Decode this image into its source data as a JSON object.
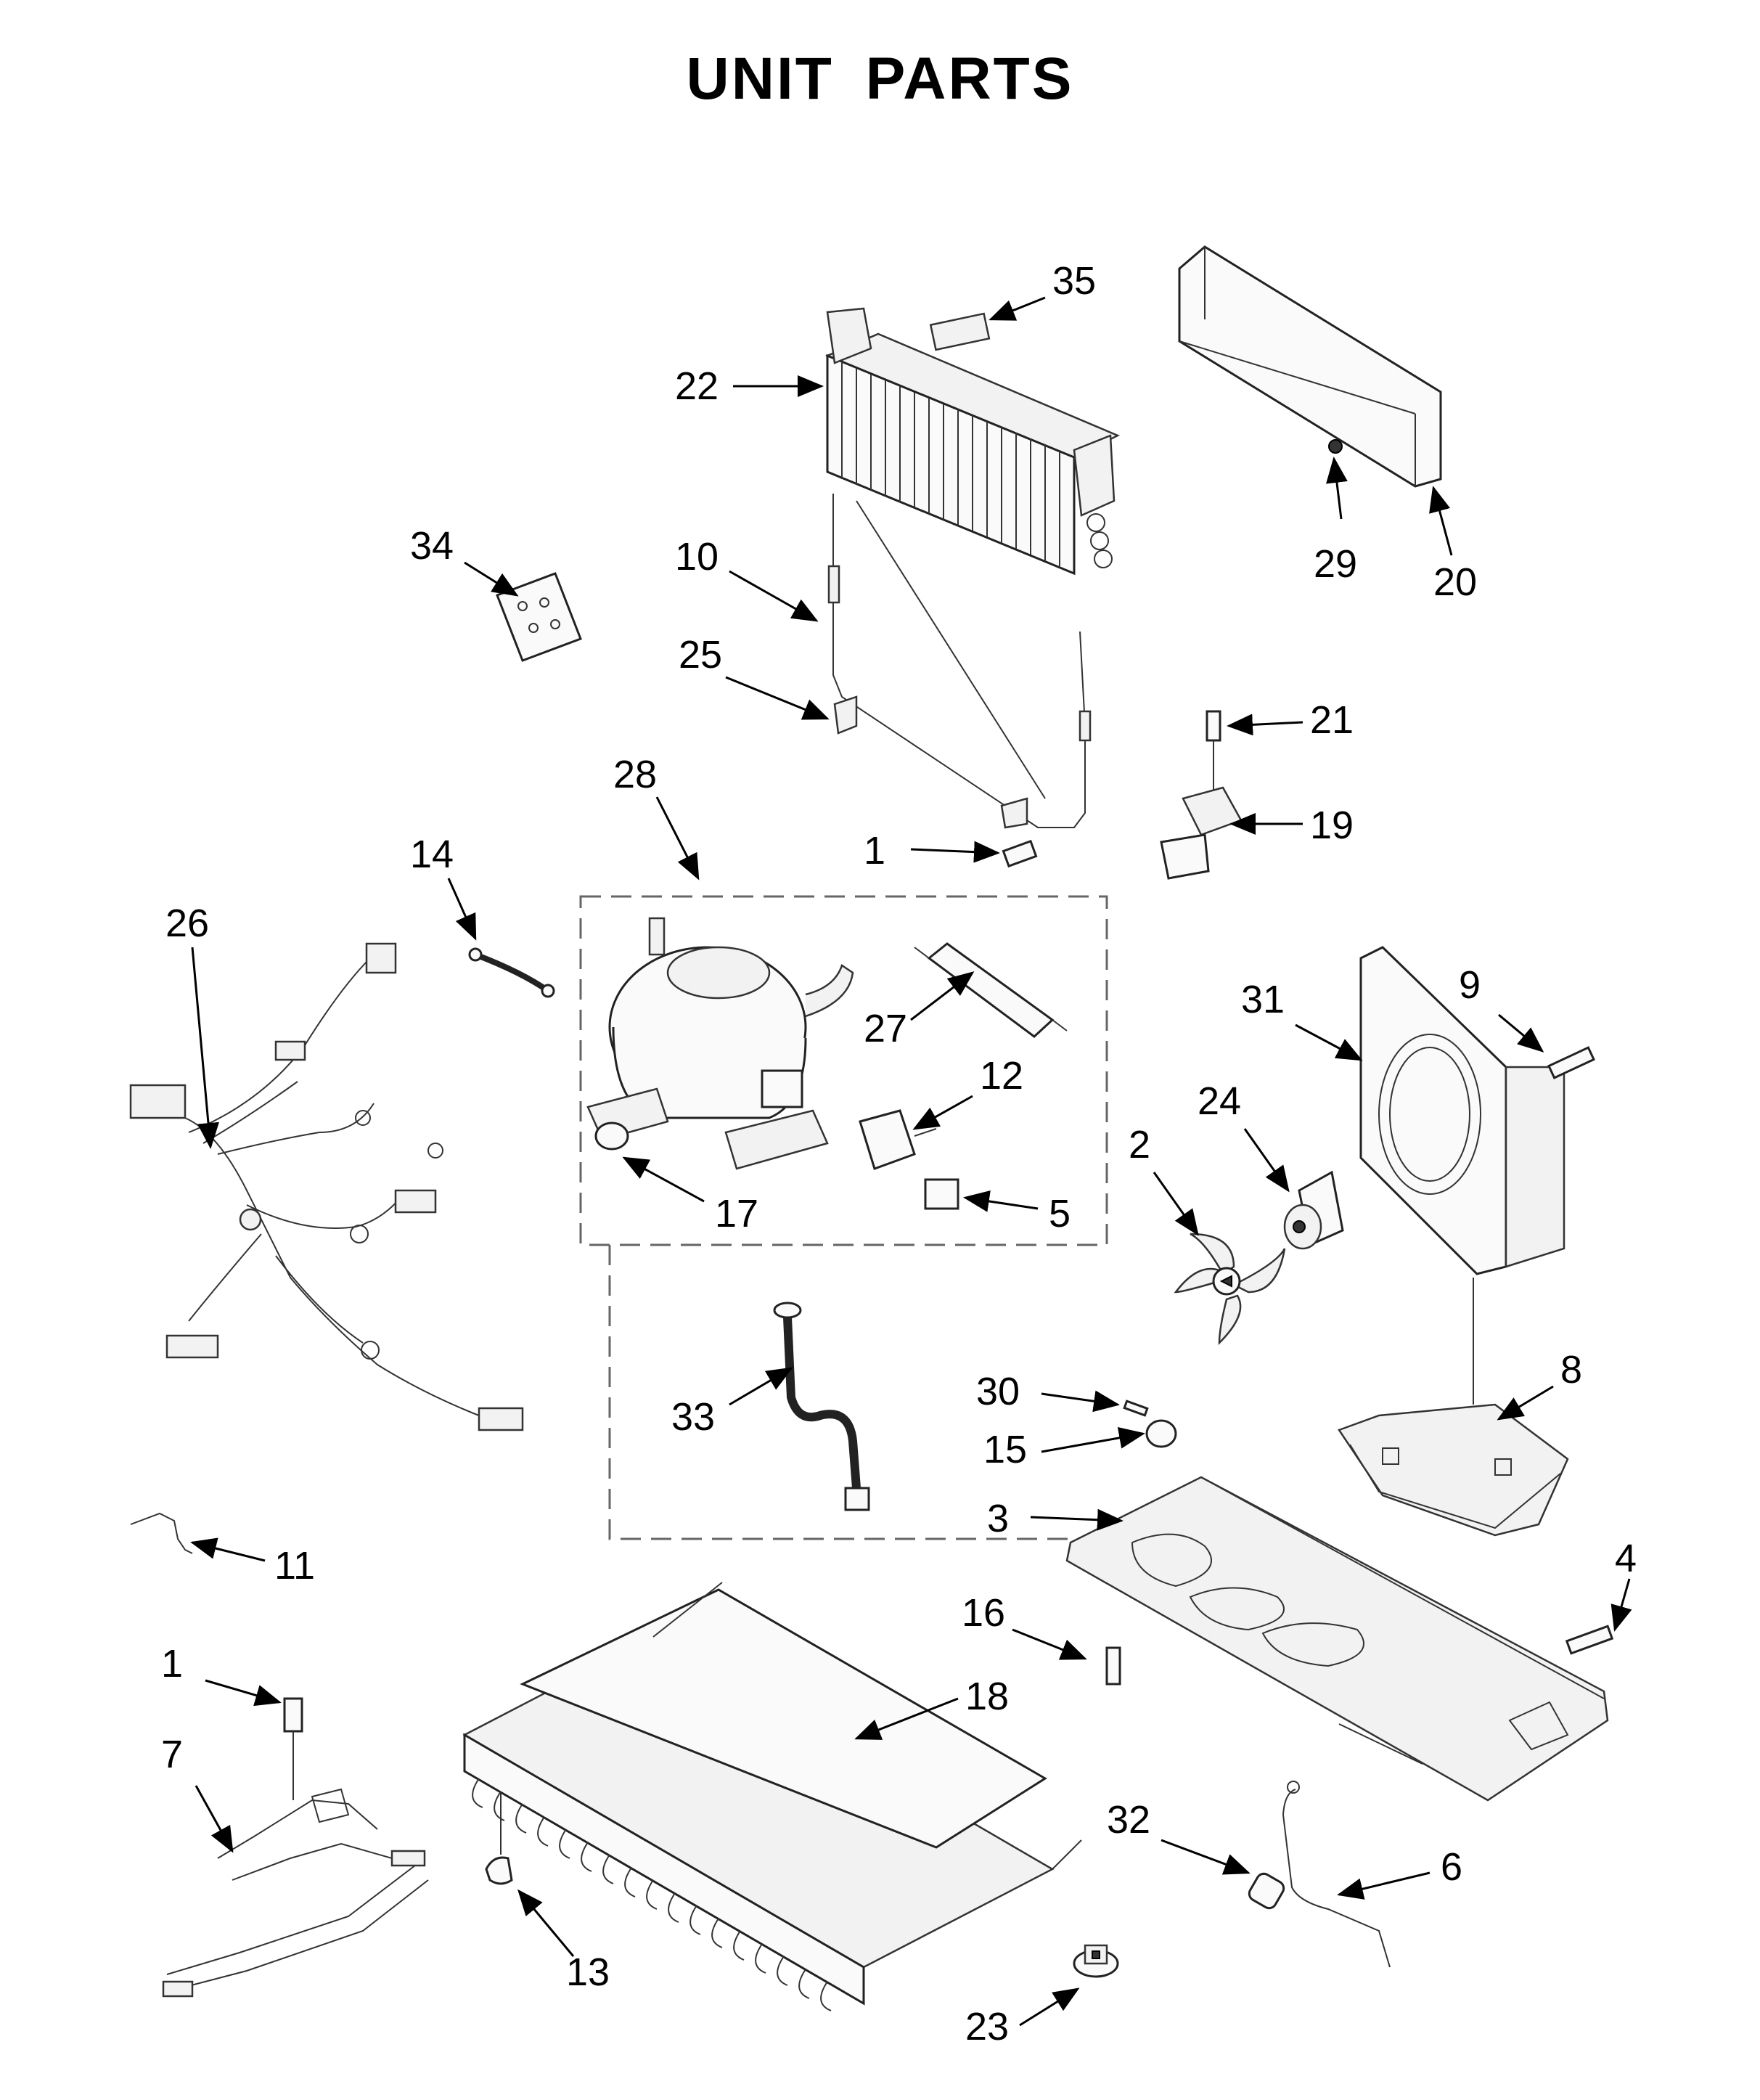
{
  "title": "UNIT PARTS",
  "callouts": [
    {
      "id": "c35",
      "label": "35"
    },
    {
      "id": "c22",
      "label": "22"
    },
    {
      "id": "c29",
      "label": "29"
    },
    {
      "id": "c20",
      "label": "20"
    },
    {
      "id": "c34",
      "label": "34"
    },
    {
      "id": "c10",
      "label": "10"
    },
    {
      "id": "c25",
      "label": "25"
    },
    {
      "id": "c21",
      "label": "21"
    },
    {
      "id": "c19",
      "label": "19"
    },
    {
      "id": "c28",
      "label": "28"
    },
    {
      "id": "c1a",
      "label": "1"
    },
    {
      "id": "c14",
      "label": "14"
    },
    {
      "id": "c26",
      "label": "26"
    },
    {
      "id": "c9",
      "label": "9"
    },
    {
      "id": "c31",
      "label": "31"
    },
    {
      "id": "c27",
      "label": "27"
    },
    {
      "id": "c12",
      "label": "12"
    },
    {
      "id": "c24",
      "label": "24"
    },
    {
      "id": "c2",
      "label": "2"
    },
    {
      "id": "c17",
      "label": "17"
    },
    {
      "id": "c5",
      "label": "5"
    },
    {
      "id": "c8",
      "label": "8"
    },
    {
      "id": "c30",
      "label": "30"
    },
    {
      "id": "c33",
      "label": "33"
    },
    {
      "id": "c15",
      "label": "15"
    },
    {
      "id": "c3",
      "label": "3"
    },
    {
      "id": "c11",
      "label": "11"
    },
    {
      "id": "c4",
      "label": "4"
    },
    {
      "id": "c16",
      "label": "16"
    },
    {
      "id": "c1b",
      "label": "1"
    },
    {
      "id": "c18",
      "label": "18"
    },
    {
      "id": "c7",
      "label": "7"
    },
    {
      "id": "c32",
      "label": "32"
    },
    {
      "id": "c6",
      "label": "6"
    },
    {
      "id": "c13",
      "label": "13"
    },
    {
      "id": "c23",
      "label": "23"
    }
  ]
}
